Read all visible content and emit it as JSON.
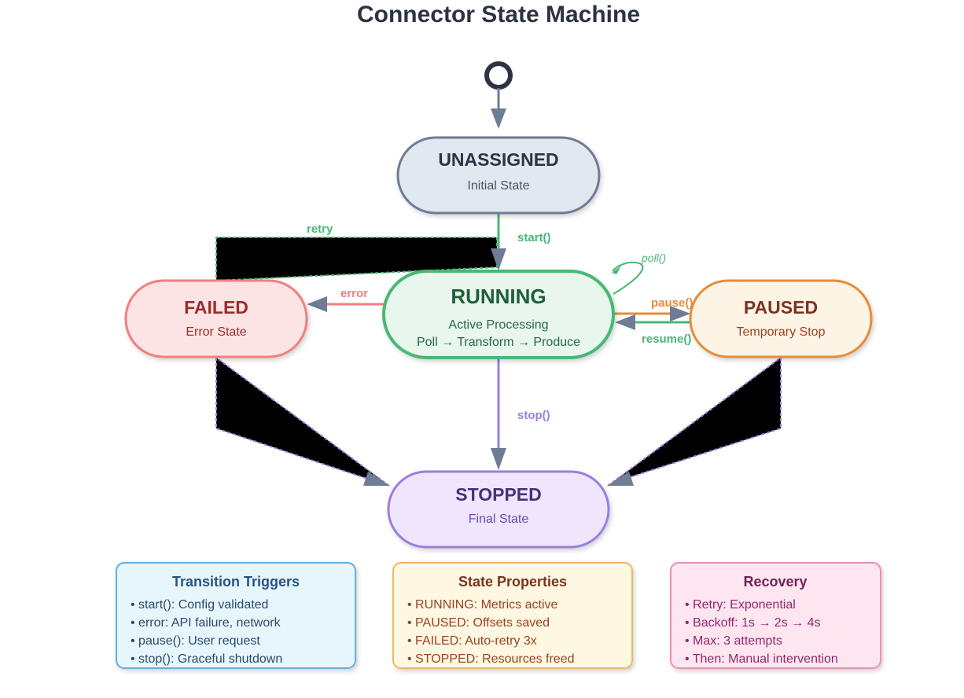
{
  "title": "Connector State Machine",
  "states": {
    "unassigned": {
      "name": "UNASSIGNED",
      "sub": "Initial State"
    },
    "running": {
      "name": "RUNNING",
      "sub": "Active Processing",
      "sub2": "Poll → Transform → Produce"
    },
    "failed": {
      "name": "FAILED",
      "sub": "Error State"
    },
    "paused": {
      "name": "PAUSED",
      "sub": "Temporary Stop"
    },
    "stopped": {
      "name": "STOPPED",
      "sub": "Final State"
    }
  },
  "transitions": {
    "start": "start()",
    "retry": "retry",
    "error": "error",
    "poll": "poll()",
    "pause": "pause()",
    "resume": "resume()",
    "stop": "stop()"
  },
  "cards": [
    {
      "title": "Transition Triggers",
      "items": [
        "• start(): Config validated",
        "• error: API failure, network",
        "• pause(): User request",
        "• stop(): Graceful shutdown"
      ]
    },
    {
      "title": "State Properties",
      "items": [
        "• RUNNING: Metrics active",
        "• PAUSED: Offsets saved",
        "• FAILED: Auto-retry 3x",
        "• STOPPED: Resources freed"
      ]
    },
    {
      "title": "Recovery",
      "items": [
        "• Retry: Exponential",
        "• Backoff: 1s → 2s → 4s",
        "• Max: 3 attempts",
        "• Then: Manual intervention"
      ]
    }
  ],
  "colors": {
    "unassigned": "#6e7c94",
    "running": "#48b774",
    "failed": "#f07f7f",
    "paused": "#e58c3a",
    "stopped": "#9b7ee0",
    "arrow_head": "#6e7c94"
  }
}
